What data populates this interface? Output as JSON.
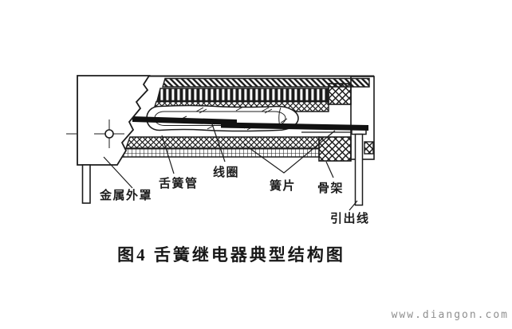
{
  "figure": {
    "caption": "图4  舌簧继电器典型结构图",
    "watermark": "www.diangon.com",
    "labels": {
      "metal_cover": "金属外罩",
      "reed_tube": "舌簧管",
      "coil": "线圈",
      "reed_blade": "簧片",
      "bobbin": "骨架",
      "lead_wire": "引出线"
    },
    "colors": {
      "ink": "#1c1c1c",
      "paper": "#ffffff",
      "watermark": "#8f8f8f"
    }
  }
}
